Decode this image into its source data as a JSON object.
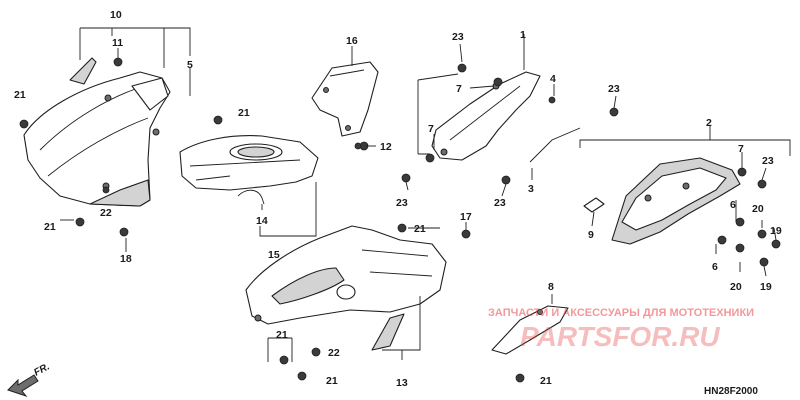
{
  "part_numbers": {
    "n1": "1",
    "n2": "2",
    "n3": "3",
    "n4": "4",
    "n5": "5",
    "n6": "6",
    "n7": "7",
    "n8": "8",
    "n9": "9",
    "n10": "10",
    "n11": "11",
    "n12": "12",
    "n13": "13",
    "n14": "14",
    "n15": "15",
    "n16": "16",
    "n17": "17",
    "n18": "18",
    "n19": "19",
    "n20": "20",
    "n21": "21",
    "n22": "22",
    "n23": "23"
  },
  "watermark": {
    "line1": "ЗАПЧАСТИ И АКСЕССУАРЫ ДЛЯ МОТОТЕХНИКИ",
    "line2": "PARTSFOR.RU",
    "color": "#e84545"
  },
  "direction_label": "FR.",
  "diagram_code": "HN28F2000"
}
